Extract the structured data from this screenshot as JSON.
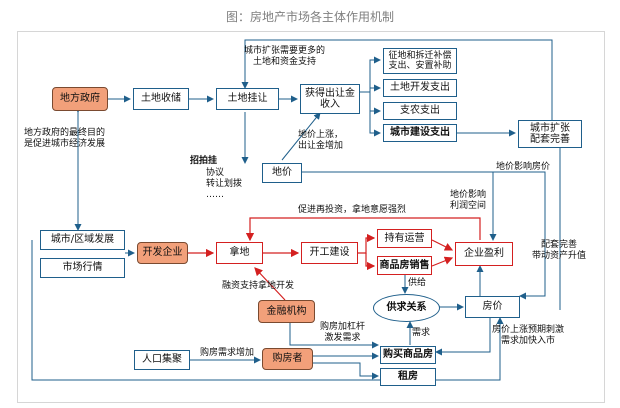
{
  "title": "图：房地产市场各主体作用机制",
  "nodes": {
    "gov": "地方政府",
    "land_reserve": "土地收储",
    "land_listing": "土地挂让",
    "land_revenue": "获得出让金\n收入",
    "exp1": "征地和拆迁补偿\n支出、安置补助",
    "exp2": "土地开发支出",
    "exp3": "支农支出",
    "exp4": "城市建设支出",
    "city_expand": "城市扩张\n配套完善",
    "land_price": "地价",
    "city_dev": "城市/区域发展",
    "market": "市场行情",
    "developer": "开发企业",
    "acquire": "拿地",
    "construct": "开工建设",
    "hold": "持有运营",
    "sales": "商品房销售",
    "profit": "企业盈利",
    "finance": "金融机构",
    "supply_demand": "供求关系",
    "house_price": "房价",
    "population": "人口集聚",
    "buyer": "购房者",
    "buy": "购买商品房",
    "rent": "租房"
  },
  "labels": {
    "need_land": "城市扩张需要更多的\n土地和资金支持",
    "gov_goal": "地方政府的最终目的\n是促进城市经济发展",
    "methods_title": "招拍挂",
    "methods_rest": "协议\n转让划拨\n……",
    "price_up": "地价上涨，\n出让金增加",
    "price_affects": "地价影响房价",
    "profit_space": "地价影响\n利润空间",
    "promote_invest": "促进再投资，拿地意愿强烈",
    "finance_support": "融资支持拿地开发",
    "supply": "供给",
    "leverage": "购房加杠杆\n激发需求",
    "demand": "需求",
    "demand_up": "购房需求增加",
    "support_rise": "配套完善\n带动资产升值",
    "expect": "房价上涨预期刺激\n需求加快入市"
  },
  "colors": {
    "blue": "#1f5f8b",
    "red": "#d42020",
    "orange": "#f2a07a"
  }
}
